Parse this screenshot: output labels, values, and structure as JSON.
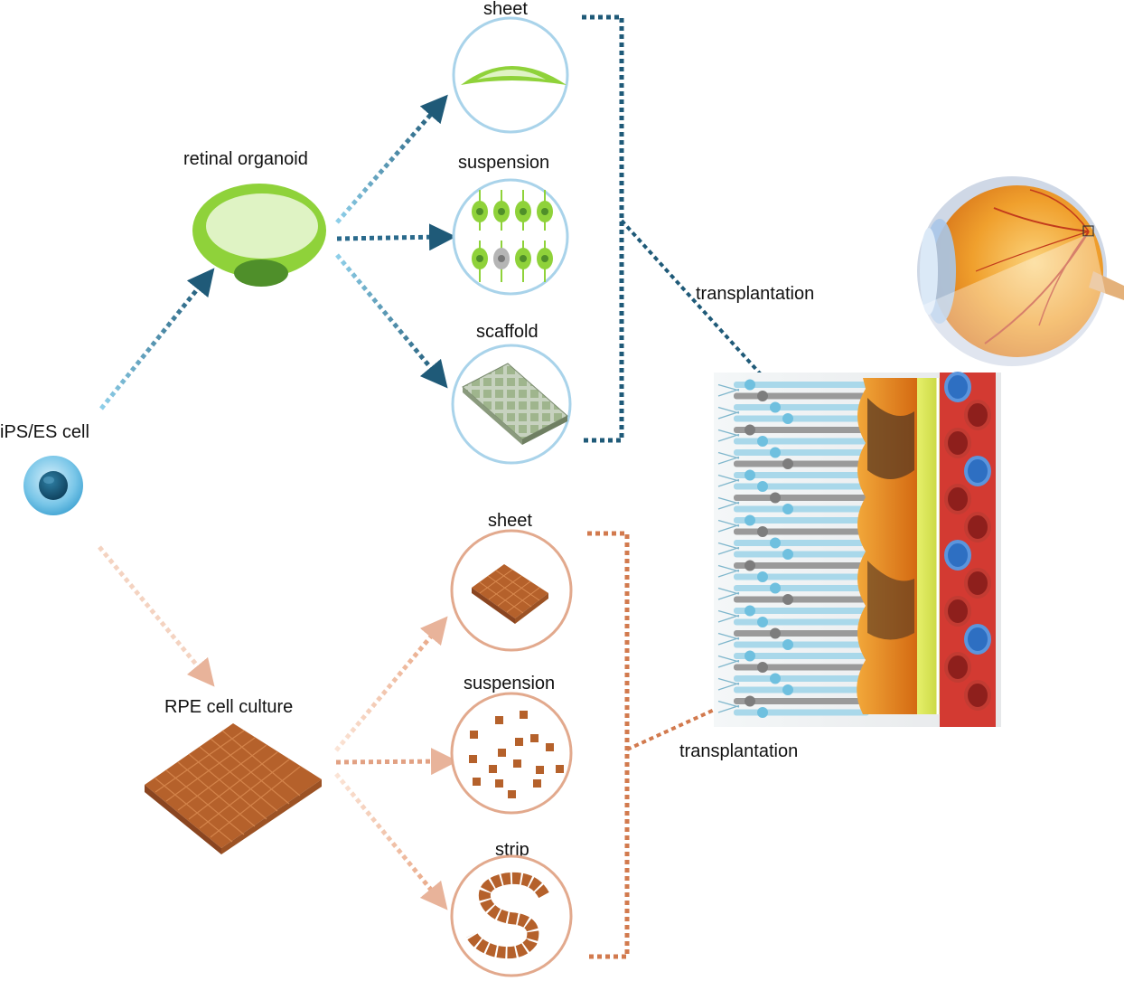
{
  "labels": {
    "stem_cell": "iPS/ES cell",
    "retinal_organoid": "retinal organoid",
    "rpe_culture": "RPE cell culture",
    "transplantation_top": "transplantation",
    "transplantation_bottom": "transplantation"
  },
  "photoreceptor_formats": [
    {
      "label": "sheet"
    },
    {
      "label": "suspension"
    },
    {
      "label": "scaffold"
    }
  ],
  "rpe_formats": [
    {
      "label": "sheet"
    },
    {
      "label": "suspension"
    },
    {
      "label": "strip"
    }
  ],
  "colors": {
    "photoreceptor_path": "#1f5a78",
    "photoreceptor_path_light": "#6bb8d6",
    "rpe_path": "#d27a4e",
    "rpe_path_light": "#f2c8b0",
    "organoid_green": "#8fd23a",
    "organoid_light": "#dff3c4",
    "organoid_dark": "#4f8f2a",
    "rpe_brown": "#b5612b",
    "circle_blue": "#a9d3ea",
    "circle_orange": "#e2a98d"
  },
  "icons": [
    "stem-cell-icon",
    "retinal-organoid-icon",
    "rpe-culture-icon",
    "eye-icon",
    "retina-cross-section-icon"
  ]
}
